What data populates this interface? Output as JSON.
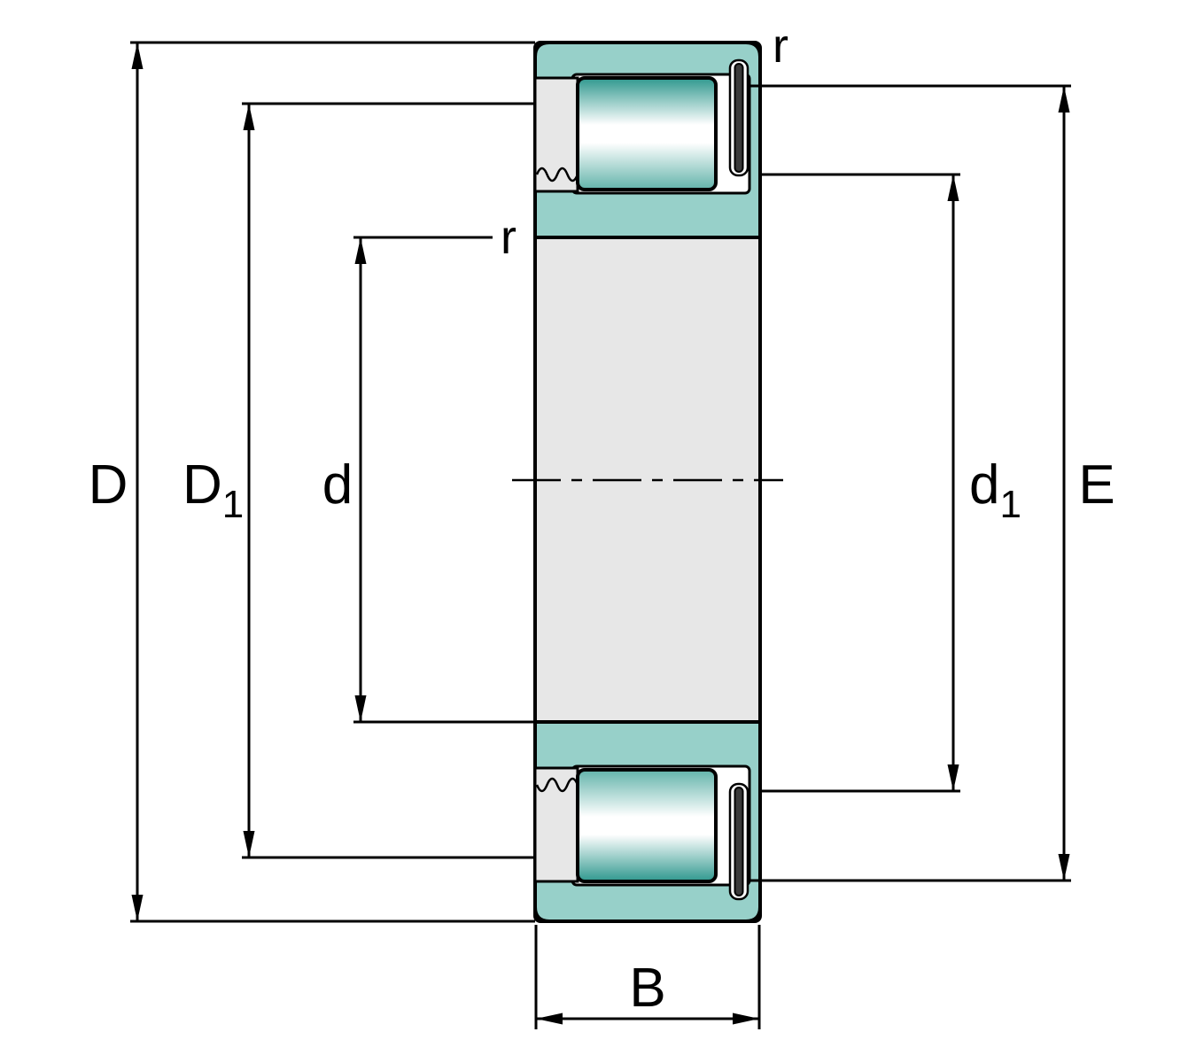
{
  "diagram": {
    "kind": "cylindrical-roller-bearing-cross-section"
  },
  "dimension_labels": {
    "D": "D",
    "D1": {
      "main": "D",
      "sub": "1"
    },
    "d": "d",
    "d1": {
      "main": "d",
      "sub": "1"
    },
    "E": "E",
    "B": "B",
    "r_outer": "r",
    "r_inner": "r"
  },
  "colors": {
    "background": "#ffffff",
    "outline": "#000000",
    "section_gray": "#e7e7e7",
    "ring_teal": "#97d0c9",
    "roller_dark": "#2f988e",
    "roller_mid": "#ffffff",
    "roller_light": "#62b3aa",
    "pin_dark": "#3a3a3a"
  }
}
